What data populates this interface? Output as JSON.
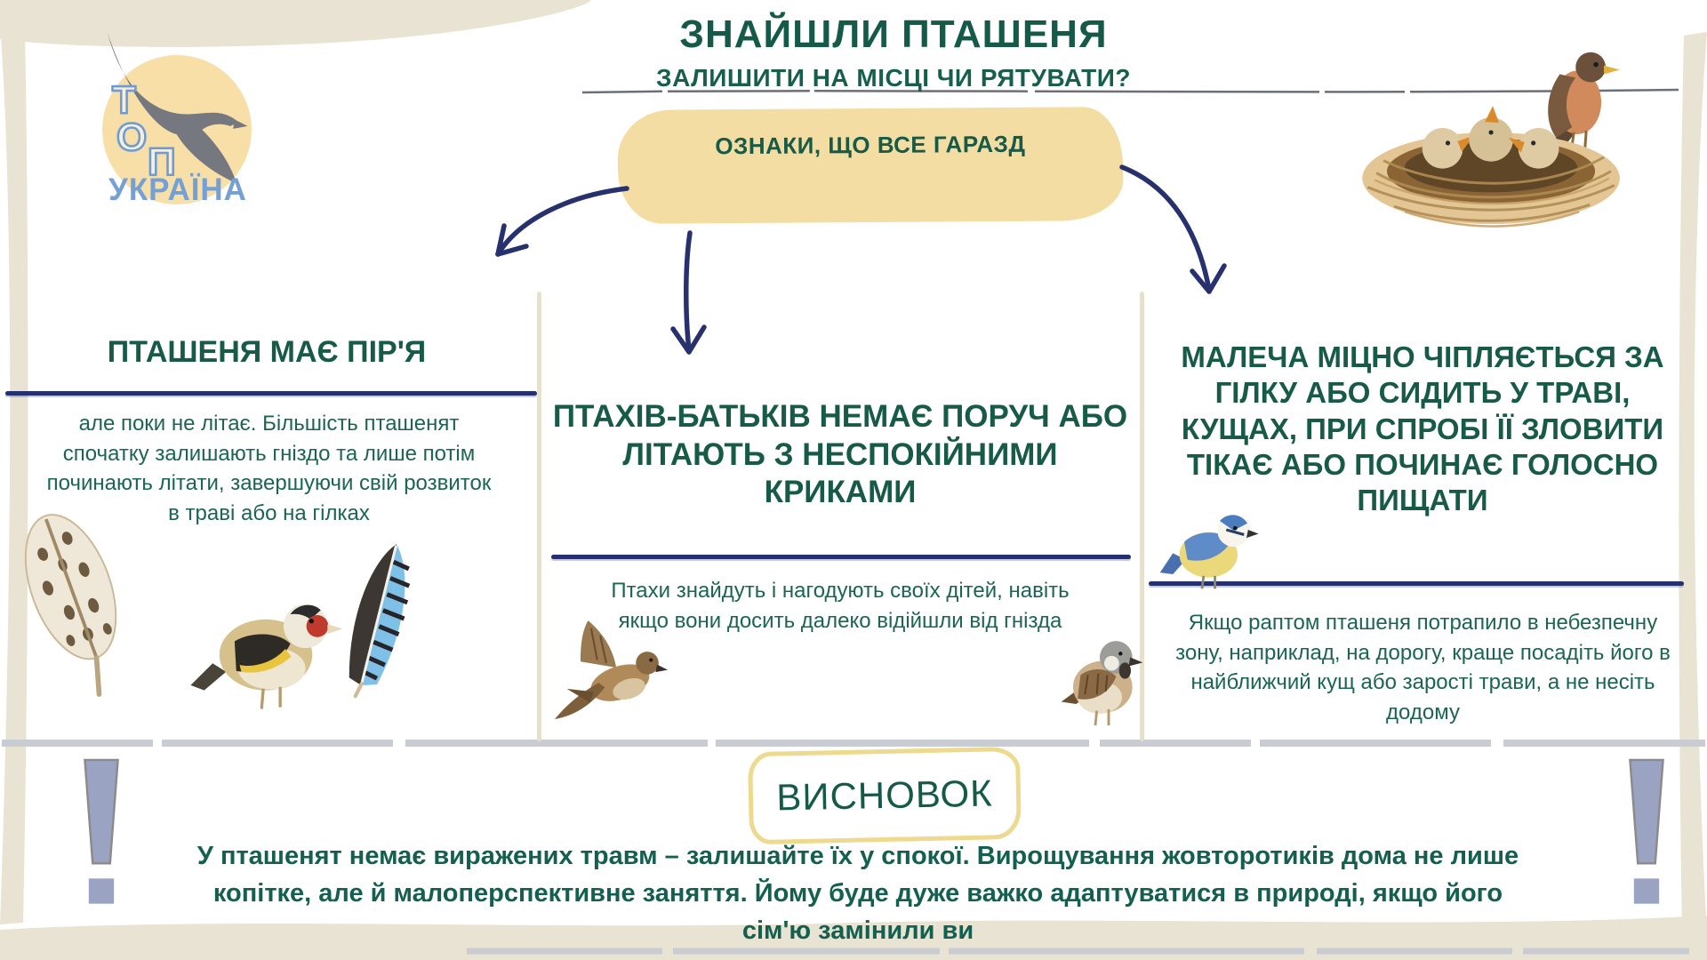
{
  "colors": {
    "heading_green": "#175a48",
    "body_green": "#1b6553",
    "navy_arrow": "#27316e",
    "badge_yellow": "#f3dda2",
    "frame_beige": "#e8e3d2",
    "conclusion_frame_yellow": "#eeda8e",
    "exclamation_blue_gray": "#9aa3c1",
    "gray_brush_line": "#c9cdd3"
  },
  "logo": {
    "letter_t": "Т",
    "letter_o": "О",
    "letter_p": "П",
    "country": "УКРАЇНА"
  },
  "header": {
    "title": "ЗНАЙШЛИ ПТАШЕНЯ",
    "subtitle": "ЗАЛИШИТИ НА МІСЦІ ЧИ РЯТУВАТИ?"
  },
  "badge": {
    "label": "ОЗНАКИ, ЩО ВСЕ ГАРАЗД"
  },
  "columns": [
    {
      "heading": "ПТАШЕНЯ МАЄ ПІР'Я",
      "body": "але поки не літає. Більшість пташенят спочатку залишають гніздо та лише потім починають літати, завершуючи свій розвиток в траві або на гілках"
    },
    {
      "heading": "ПТАХІВ-БАТЬКІВ НЕМАЄ ПОРУЧ АБО ЛІТАЮТЬ З НЕСПОКІЙНИМИ КРИКАМИ",
      "body": "Птахи знайдуть і нагодують своїх дітей, навіть якщо вони досить далеко відійшли від гнізда"
    },
    {
      "heading": "МАЛЕЧА МІЦНО ЧІПЛЯЄТЬСЯ ЗА ГІЛКУ АБО СИДИТЬ У ТРАВІ, КУЩАХ, ПРИ СПРОБІ ЇЇ ЗЛОВИТИ ТІКАЄ АБО ПОЧИНАЄ ГОЛОСНО ПИЩАТИ",
      "body": "Якщо раптом пташеня потрапило в небезпечну зону, наприклад, на дорогу, краще посадіть його в найближчий кущ або зарості трави, а не несіть додому"
    }
  ],
  "conclusion": {
    "label": "ВИСНОВОК",
    "text": "У пташенят немає виражених травм – залишайте їх у спокої. Вирощування жовторотиків  дома не лише копітке, але й малоперспективне заняття. Йому буде дуже важко адаптуватися в природі, якщо його сім'ю замінили ви"
  },
  "illustrations": [
    "eagle-logo",
    "nest-with-chicks-and-parent-bird",
    "spotted-feather",
    "goldfinch-bird",
    "jay-blue-feather",
    "flying-sparrow",
    "standing-sparrow",
    "blue-tit-bird",
    "exclamation-mark-left",
    "exclamation-mark-right"
  ]
}
